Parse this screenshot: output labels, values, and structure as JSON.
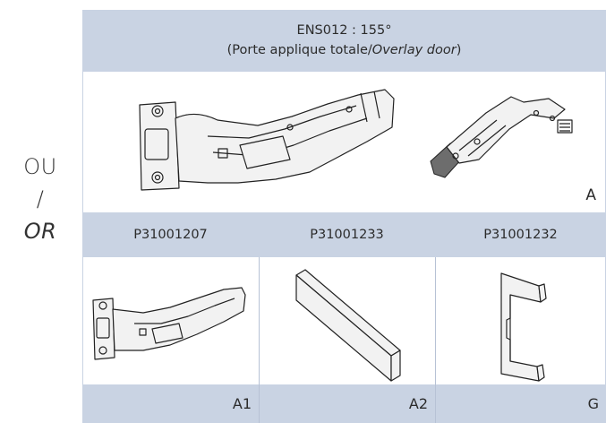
{
  "side": {
    "or_fr": "OU",
    "slash": "/",
    "or_en": "OR"
  },
  "header": {
    "title_line1": "ENS012 : 155°",
    "title_line2_prefix": "(Porte applique totale/",
    "title_line2_italic": "Overlay door",
    "title_line2_suffix": ")"
  },
  "top_images": {
    "right_label": "A"
  },
  "parts": [
    {
      "code": "P31001207",
      "label": "A1",
      "icon": "hinge-icon"
    },
    {
      "code": "P31001233",
      "label": "A2",
      "icon": "cover-plate-icon"
    },
    {
      "code": "P31001232",
      "label": "G",
      "icon": "clip-cover-icon"
    }
  ],
  "colors": {
    "header_bg": "#c9d3e3",
    "text": "#2b2b2b"
  }
}
